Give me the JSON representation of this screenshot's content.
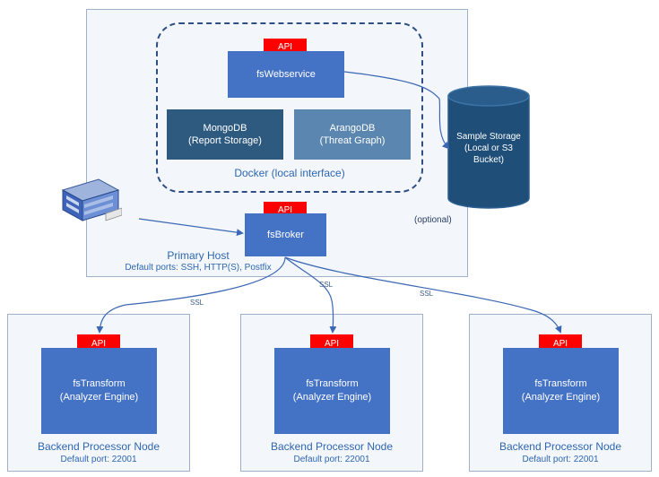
{
  "primary_host": {
    "title": "Primary Host",
    "ports": "Default ports: SSH, HTTP(S), Postfix",
    "docker_label": "Docker (local interface)",
    "webservice": {
      "api": "API",
      "label": "fsWebservice"
    },
    "mongodb": {
      "line1": "MongoDB",
      "line2": "(Report Storage)"
    },
    "arangodb": {
      "line1": "ArangoDB",
      "line2": "(Threat Graph)"
    },
    "broker": {
      "api": "API",
      "label": "fsBroker"
    }
  },
  "storage": {
    "line1": "Sample Storage",
    "line2": "(Local or S3",
    "line3": "Bucket)",
    "optional": "(optional)"
  },
  "connections": {
    "ssl_label": "SSL"
  },
  "nodes": [
    {
      "api": "API",
      "line1": "fsTransform",
      "line2": "(Analyzer Engine)",
      "title": "Backend Processor Node",
      "port": "Default port: 22001"
    },
    {
      "api": "API",
      "line1": "fsTransform",
      "line2": "(Analyzer Engine)",
      "title": "Backend Processor Node",
      "port": "Default port: 22001"
    },
    {
      "api": "API",
      "line1": "fsTransform",
      "line2": "(Analyzer Engine)",
      "title": "Backend Processor Node",
      "port": "Default port: 22001"
    }
  ],
  "colors": {
    "box_blue": "#4472c4",
    "api_red": "#ff0000",
    "caption_blue": "#2e67b1",
    "cylinder": "#1f4e79"
  },
  "icons": {
    "server": "server-icon"
  }
}
